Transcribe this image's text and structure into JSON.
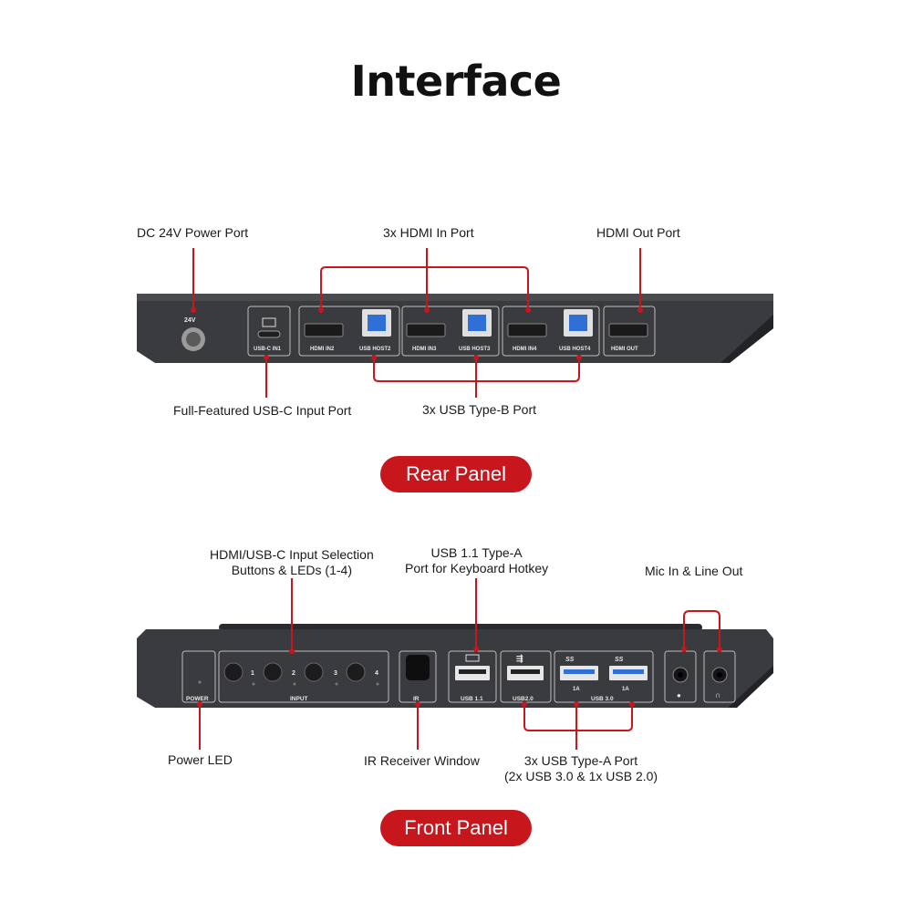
{
  "page": {
    "title": "Interface"
  },
  "rear": {
    "badge": "Rear Panel",
    "callouts": {
      "dc_power": "DC 24V Power Port",
      "hdmi_in": "3x HDMI In Port",
      "hdmi_out": "HDMI Out Port",
      "usbc_in": "Full-Featured USB-C Input Port",
      "usb_b": "3x USB Type-B Port"
    },
    "port_labels": {
      "power": "24V",
      "usbc": "USB-C IN1",
      "hdmi2": "HDMI IN2",
      "host2": "USB HOST2",
      "hdmi3": "HDMI IN3",
      "host3": "USB HOST3",
      "hdmi4": "HDMI IN4",
      "host4": "USB HOST4",
      "hdmiout": "HDMI OUT"
    }
  },
  "front": {
    "badge": "Front Panel",
    "callouts": {
      "input_buttons_l1": "HDMI/USB-C Input Selection",
      "input_buttons_l2": "Buttons & LEDs (1-4)",
      "usb11_l1": "USB 1.1 Type-A",
      "usb11_l2": "Port for Keyboard Hotkey",
      "mic_line": "Mic In & Line Out",
      "power_led": "Power LED",
      "ir": "IR Receiver Window",
      "usb_a_l1": "3x USB Type-A Port",
      "usb_a_l2": "(2x USB 3.0 & 1x USB 2.0)"
    },
    "port_labels": {
      "power": "POWER",
      "input": "INPUT",
      "b1": "1",
      "b2": "2",
      "b3": "3",
      "b4": "4",
      "ir": "IR",
      "usb11": "USB 1.1",
      "usb20": "USB2.0",
      "usb30": "USB 3.0",
      "a1": "1A",
      "a2": "1A",
      "ss1": "SS",
      "ss2": "SS"
    }
  },
  "colors": {
    "accent": "#c8161d",
    "device": "#3a3b3e",
    "device_dark": "#2a2b2e"
  }
}
